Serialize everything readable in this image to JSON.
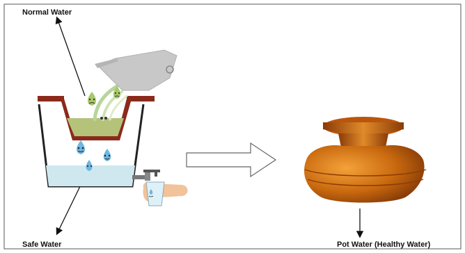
{
  "labels": {
    "normal_water": "Normal  Water",
    "safe_water": "Safe Water",
    "pot_water": "Pot Water (Healthy Water)"
  },
  "icons": [
    "frown-drop-icon",
    "smile-drop-icon",
    "tap-icon",
    "pouring-jug-icon",
    "clay-pot-icon",
    "arrow-right-icon"
  ],
  "colors": {
    "filter_rim": "#8b2a1b",
    "dirty_water": "#b4c27a",
    "clean_water": "#cfe8f0",
    "pot": "#c0620e",
    "jug": "#c8c8c8"
  }
}
